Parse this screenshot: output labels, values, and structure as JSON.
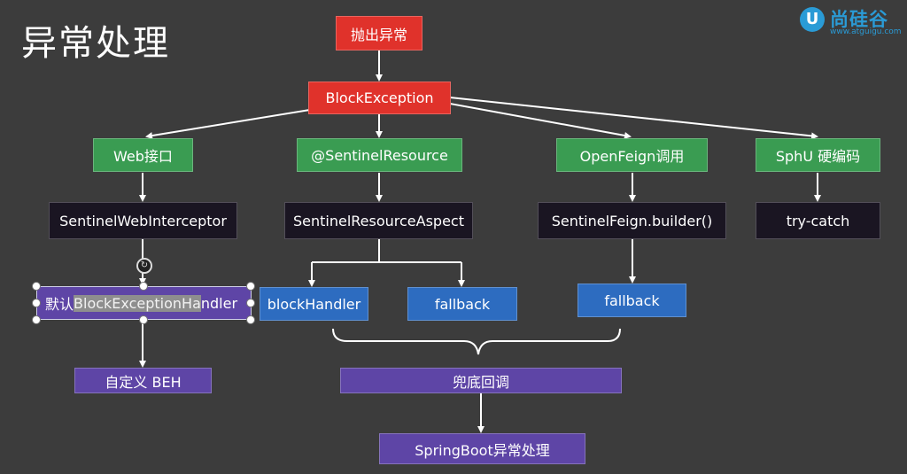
{
  "title": "异常处理",
  "logo": {
    "name": "尚硅谷",
    "url": "www.atguigu.com",
    "mark": "U"
  },
  "nodes": {
    "throw": "抛出异常",
    "block_exception": "BlockException",
    "web": "Web接口",
    "sentinel_resource": "@SentinelResource",
    "openfeign": "OpenFeign调用",
    "sphu": "SphU 硬编码",
    "web_interceptor": "SentinelWebInterceptor",
    "resource_aspect": "SentinelResourceAspect",
    "feign_builder": "SentinelFeign.builder()",
    "try_catch": "try-catch",
    "default_beh_prefix": "默认",
    "default_beh_highlight": "BlockExceptionHa",
    "default_beh_suffix": "ndler",
    "block_handler": "blockHandler",
    "fallback_resource": "fallback",
    "fallback_feign": "fallback",
    "custom_beh": "自定义 BEH",
    "fallback_callback": "兜底回调",
    "springboot": "SpringBoot异常处理"
  },
  "colors": {
    "red": "#e0322b",
    "green": "#3a9c52",
    "black": "#1a1522",
    "blue": "#2d6cc0",
    "purple": "#5e45a6",
    "background": "#3c3c3c"
  }
}
